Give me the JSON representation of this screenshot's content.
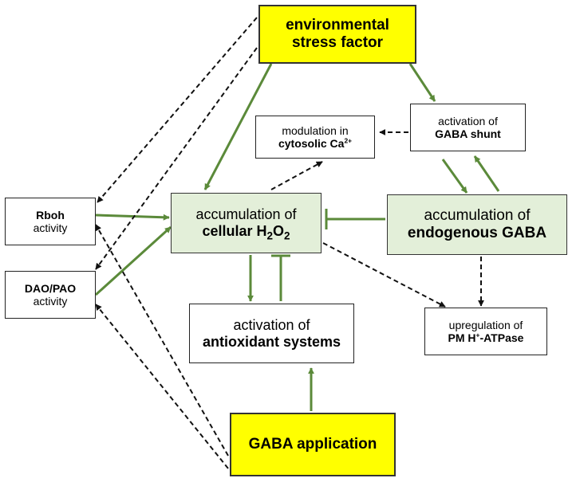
{
  "nodes": {
    "env_stress": {
      "line1": "environmental",
      "line2": "stress factor"
    },
    "gaba_shunt": {
      "line1": "activation of",
      "line2": "GABA shunt"
    },
    "cyto_ca": {
      "line1": "modulation in",
      "line2_main": "cytosolic Ca",
      "line2_sup": "2+"
    },
    "rboh": {
      "line1": "Rboh",
      "line2": "activity"
    },
    "h2o2": {
      "line1": "accumulation of",
      "line2_main": "cellular H",
      "sub1": "2",
      "mid": "O",
      "sub2": "2"
    },
    "endo_gaba": {
      "line1": "accumulation of",
      "line2": "endogenous GABA"
    },
    "dao_pao": {
      "line1": "DAO/PAO",
      "line2": "activity"
    },
    "antioxidant": {
      "line1": "activation of",
      "line2": "antioxidant systems"
    },
    "pm_atpase": {
      "line1": "upregulation of",
      "pre": "PM H",
      "sup": "+",
      "post": "-ATPase"
    },
    "gaba_app": {
      "label": "GABA application"
    }
  },
  "colors": {
    "green_arrow": "#5b8a3a",
    "dashed_arrow": "#111111",
    "yellow": "#ffff00",
    "green_fill": "#e3efd9"
  }
}
